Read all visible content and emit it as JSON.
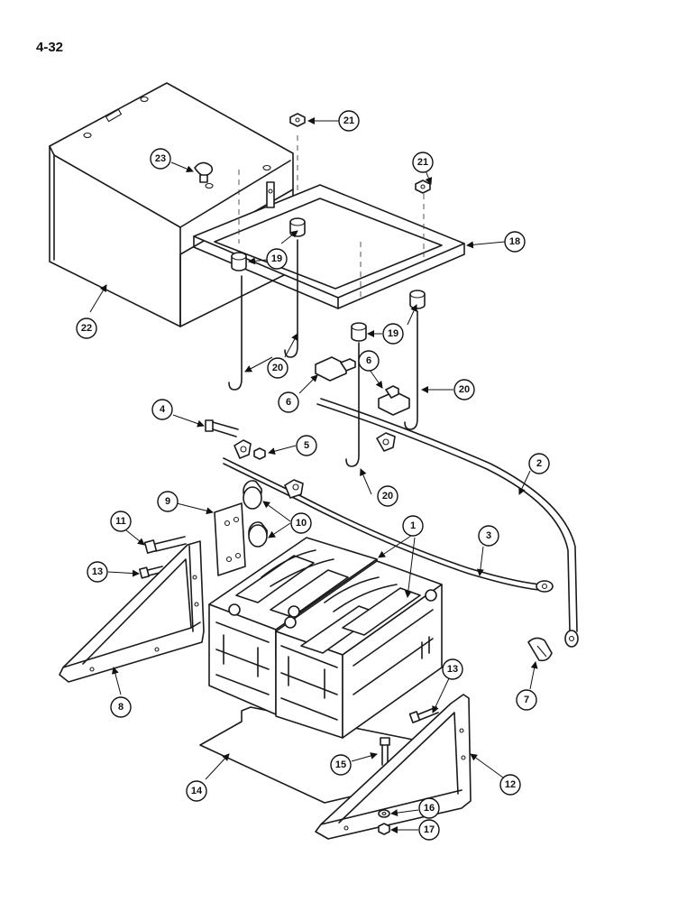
{
  "page": {
    "number": "4-32"
  },
  "callouts": [
    "1",
    "2",
    "3",
    "4",
    "5",
    "6",
    "7",
    "8",
    "9",
    "10",
    "11",
    "12",
    "13",
    "14",
    "15",
    "16",
    "17",
    "18",
    "19",
    "20",
    "21",
    "22",
    "23"
  ]
}
